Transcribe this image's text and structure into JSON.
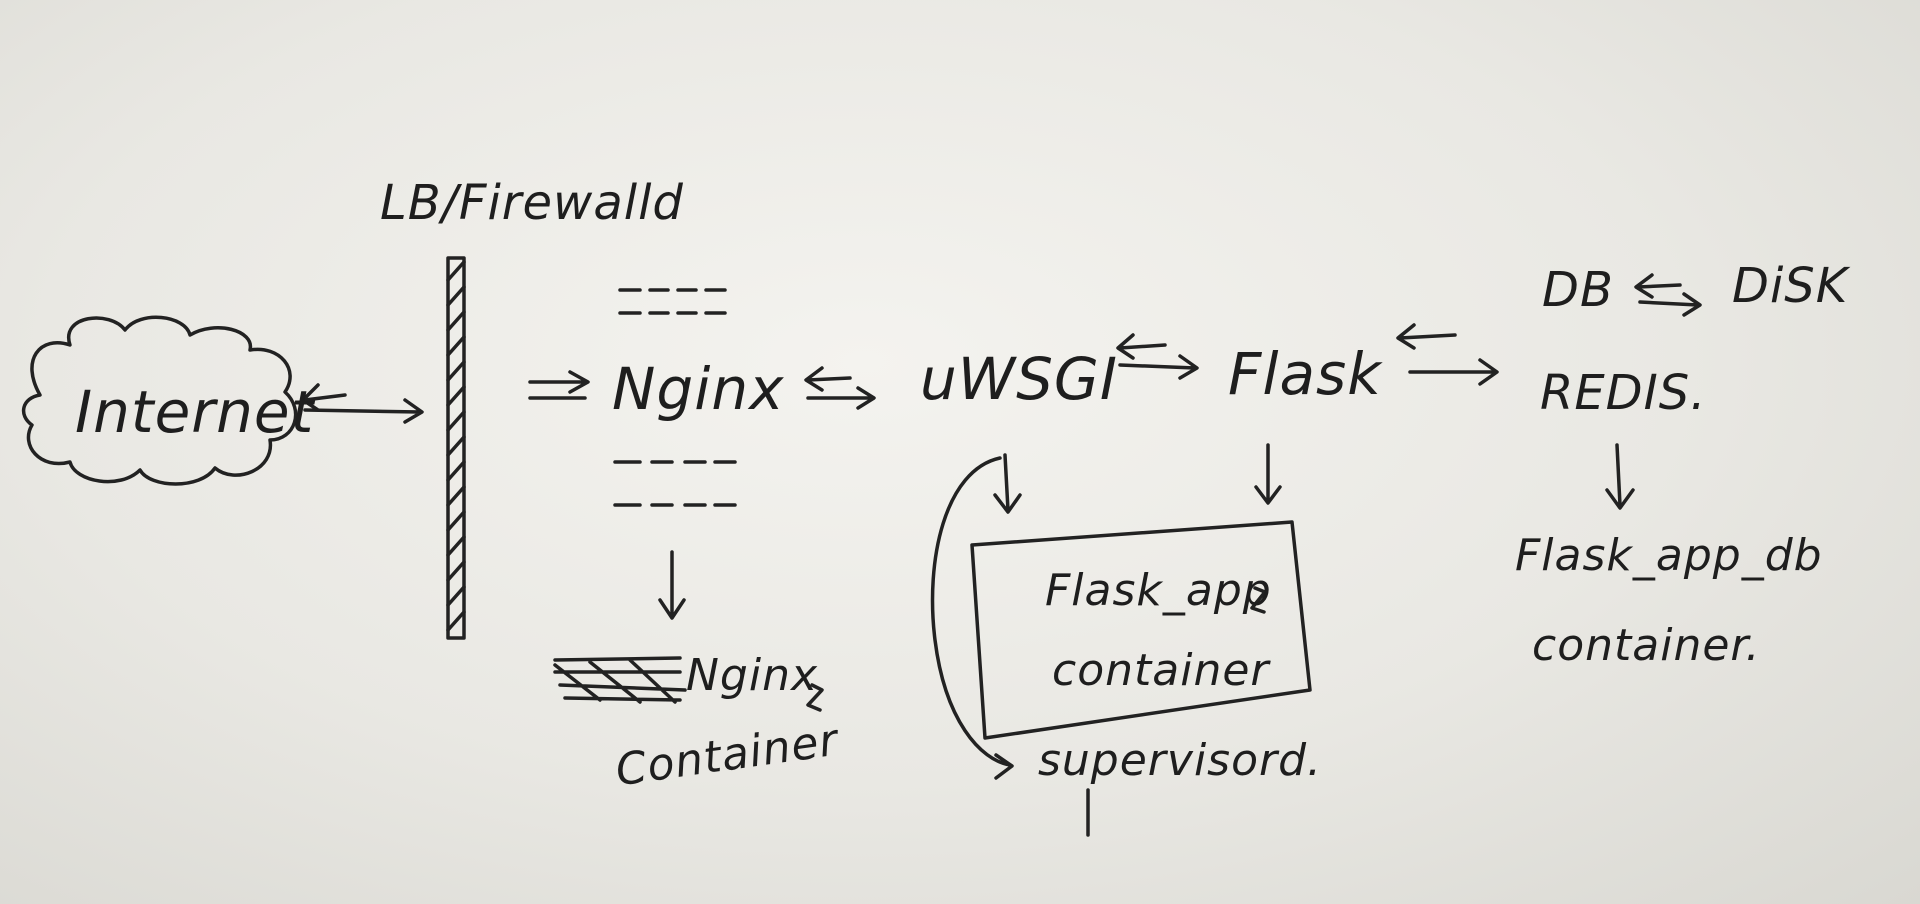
{
  "diagram": {
    "lb_firewall": "LB/Firewalld",
    "internet": "Internet",
    "nginx": "Nginx",
    "uwsgi": "uWSGI",
    "flask": "Flask",
    "db": "DB",
    "disk": "DiSK",
    "redis": "REDIS.",
    "nginx_container_line1": "Nginx",
    "nginx_container_line2": "Container",
    "flask_container_line1": "Flask_app",
    "flask_container_line2": "container",
    "supervisord": "supervisord.",
    "db_container_line1": "Flask_app_db",
    "db_container_line2": "container.",
    "ink_color": "#222222",
    "paper_color": "#ecebe6"
  }
}
